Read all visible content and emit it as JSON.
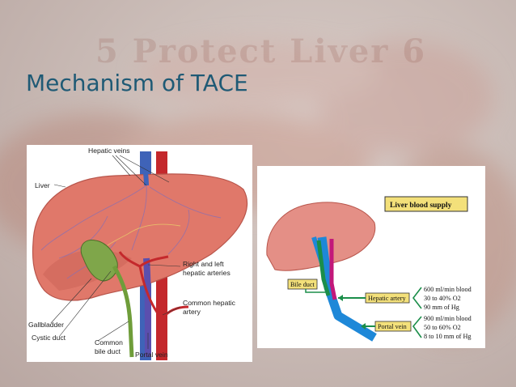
{
  "slide": {
    "title": "Mechanism of TACE",
    "watermark": "5 Protect Liver 6"
  },
  "left_figure": {
    "labels": {
      "hepatic_veins": "Hepatic veins",
      "liver": "Liver",
      "arteries_line1": "Right and left",
      "arteries_line2": "hepatic arteries",
      "common_hepatic_line1": "Common hepatic",
      "common_hepatic_line2": "artery",
      "gallbladder": "Gallbladder",
      "cystic_duct": "Cystic duct",
      "common_bile_line1": "Common",
      "common_bile_line2": "bile duct",
      "portal_vein": "Portal vein"
    }
  },
  "right_figure": {
    "title": "Liver blood supply",
    "labels": {
      "bile_duct": "Bile duct",
      "hepatic_artery": "Hepatic artery",
      "portal_vein": "Portal vein"
    },
    "hepatic_artery_stats": [
      "600 ml/min blood",
      "30 to 40% O2",
      "90 mm of Hg"
    ],
    "portal_vein_stats": [
      "900 ml/min blood",
      "50 to 60% O2",
      "8 to 10 mm of Hg"
    ]
  },
  "colors": {
    "title": "#1f5a75",
    "liver": "#e0786a",
    "artery": "#c4282c",
    "vein": "#2f5cc8",
    "bile": "#2e7d3c",
    "label_box": "#f3e07a"
  }
}
